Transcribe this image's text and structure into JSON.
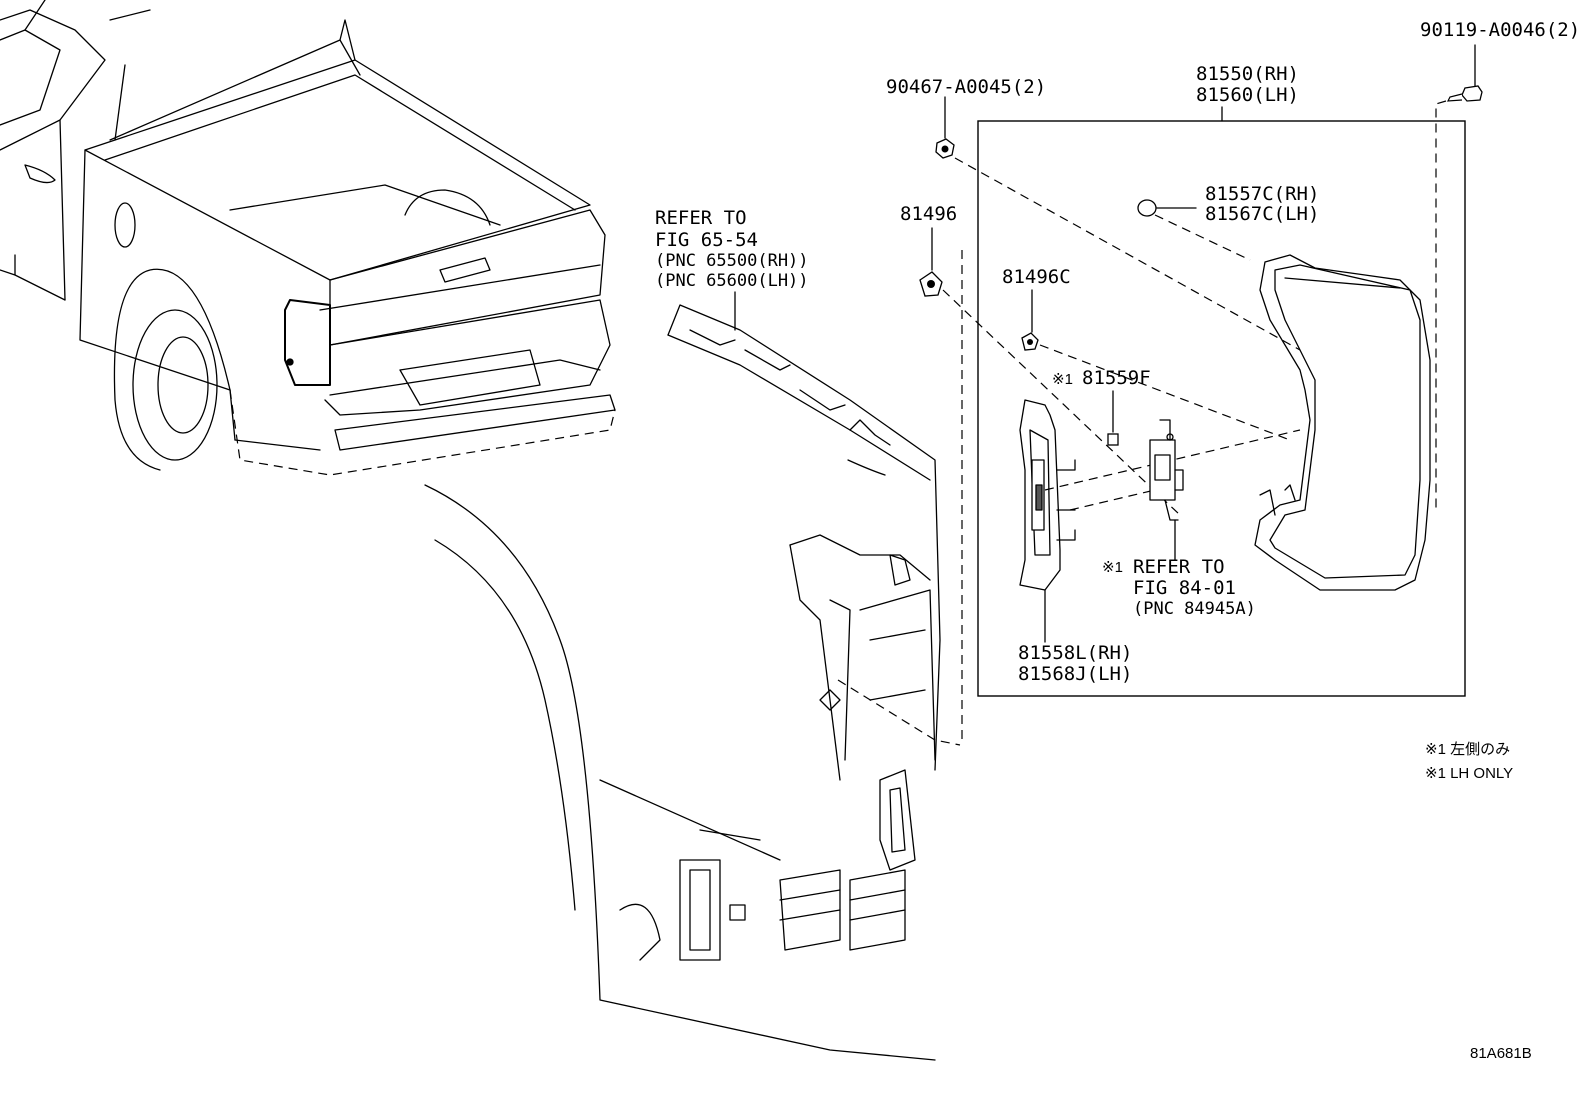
{
  "labels": {
    "bolt_part": "90119-A0046(2)",
    "nut_part": "90467-A0045(2)",
    "lamp_assy_rh": "81550(RH)",
    "lamp_assy_lh": "81560(LH)",
    "socket_rh": "81557C(RH)",
    "socket_lh": "81567C(LH)",
    "clip": "81496",
    "clip_c": "81496C",
    "note_mark_1": "※1",
    "bulb": "81559F",
    "refer1_l1": "REFER TO",
    "refer1_l2": "FIG 65-54",
    "refer1_l3": "(PNC 65500(RH))",
    "refer1_l4": "(PNC 65600(LH))",
    "note_mark_2": "※1",
    "refer2_l1": "REFER TO",
    "refer2_l2": "FIG 84-01",
    "refer2_l3": "(PNC 84945A)",
    "lens_rh": "81558L(RH)",
    "lens_lh": "81568J(LH)",
    "footnote_jp": "※1 左側のみ",
    "footnote_en": "※1 LH ONLY",
    "diagram_id": "81A681B"
  }
}
